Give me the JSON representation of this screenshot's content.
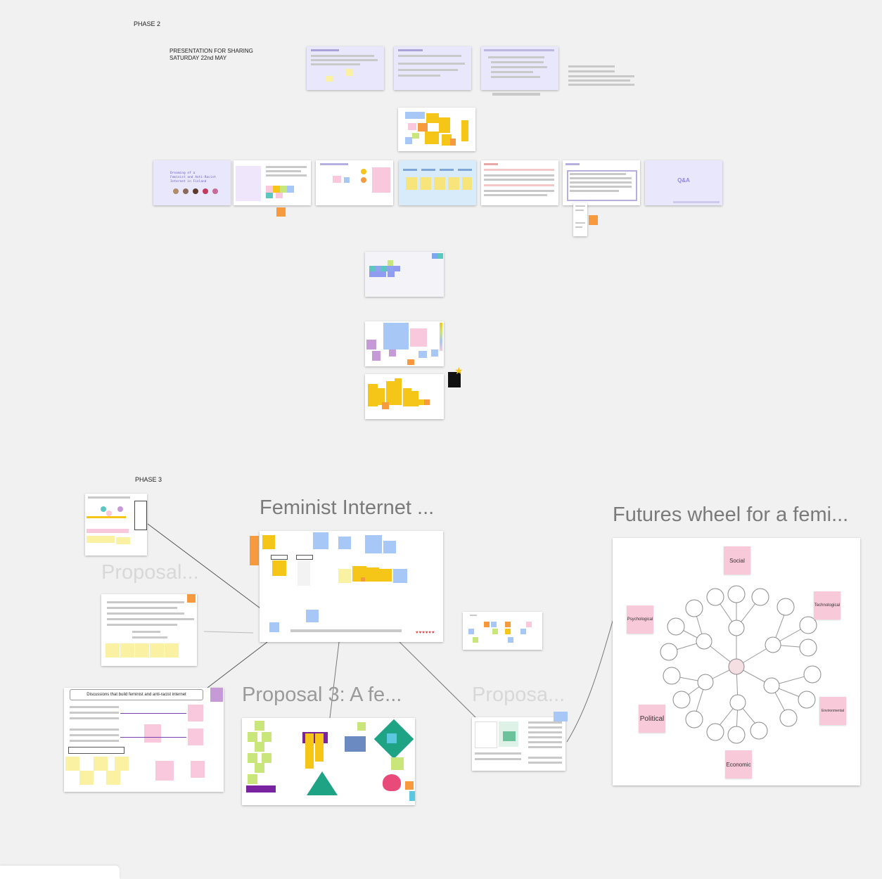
{
  "phase2": {
    "label": "PHASE 2",
    "presentation_line1": "PRESENTATION FOR SHARING",
    "presentation_line2": "SATURDAY 22nd MAY"
  },
  "slides": {
    "slide1_title_line1": "Dreaming of a",
    "slide1_title_line2": "Feminist and Anti-Racist",
    "slide1_title_line3": "Internet in Finland",
    "qa": "Q&A"
  },
  "phase3": {
    "label": "PHASE 3",
    "frame_titles": {
      "feminist_internet": "Feminist Internet ...",
      "futures_wheel": "Futures wheel for a femi...",
      "proposal_a": "Proposal...",
      "proposal_3": "Proposal 3: A fe...",
      "proposal_b": "Proposa..."
    },
    "discussions_banner": "Discussions that build feminist and anti-racist internet"
  },
  "futures_wheel": {
    "notes": [
      "Social",
      "Technological",
      "Psychological",
      "Political",
      "Economic",
      "Environmental"
    ]
  },
  "colors": {
    "canvas": "#f1f1f1",
    "lavender_slide": "#e9e7fb",
    "sticky_yellow": "#f5c518",
    "sticky_blue": "#a7c7f7",
    "sticky_pink": "#f9c8dc",
    "sticky_orange": "#f79a3e",
    "qa_purple": "#8f86e8"
  }
}
